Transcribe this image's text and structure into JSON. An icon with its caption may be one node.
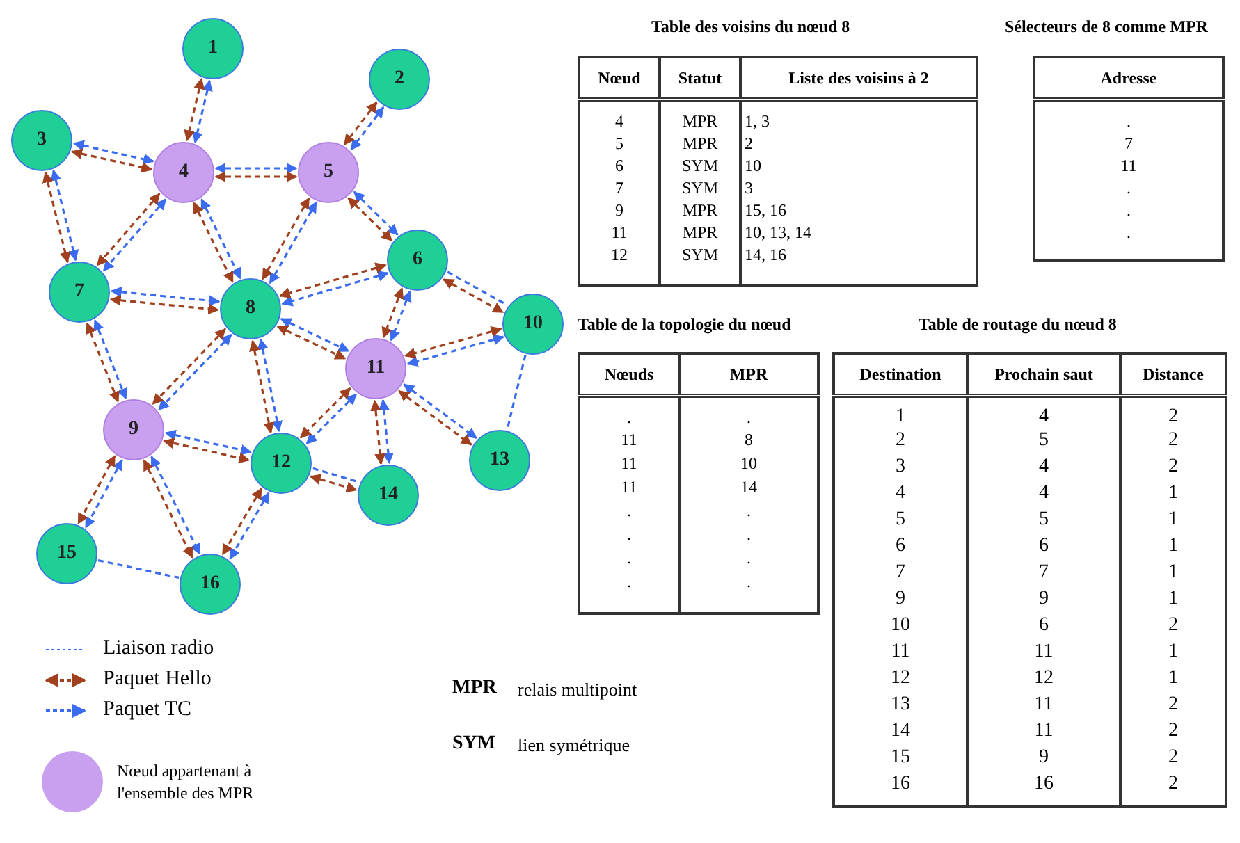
{
  "diagram": {
    "nodes": [
      {
        "text": [
          "1"
        ]
      },
      {
        "text": [
          "2"
        ]
      },
      {
        "text": [
          "3"
        ]
      },
      {
        "text": [
          "4"
        ]
      },
      {
        "text": [
          "5"
        ]
      },
      {
        "text": [
          "6"
        ]
      },
      {
        "text": [
          "7"
        ]
      },
      {
        "text": [
          "8"
        ]
      },
      {
        "text": [
          "9"
        ]
      },
      {
        "text": [
          "10"
        ]
      },
      {
        "text": [
          "11"
        ]
      },
      {
        "text": [
          "12"
        ]
      },
      {
        "text": [
          "13"
        ]
      },
      {
        "text": [
          "14"
        ]
      },
      {
        "text": [
          "15"
        ]
      },
      {
        "text": [
          "16"
        ]
      }
    ],
    "edges": [
      {
        "from": 0,
        "to": 3,
        "arrow": "both",
        "style": "dashed"
      },
      {
        "from": 0,
        "to": 3,
        "arrow": "both",
        "style": "dashed",
        "color": "#a0401e"
      },
      {
        "from": 1,
        "to": 4,
        "arrow": "both",
        "style": "dashed"
      },
      {
        "from": 1,
        "to": 4,
        "arrow": "both",
        "style": "dashed",
        "color": "#a0401e"
      },
      {
        "from": 2,
        "to": 3,
        "arrow": "both",
        "style": "dashed"
      },
      {
        "from": 2,
        "to": 3,
        "arrow": "both",
        "style": "dashed",
        "color": "#a0401e"
      },
      {
        "from": 2,
        "to": 6,
        "arrow": "both",
        "style": "dashed"
      },
      {
        "from": 2,
        "to": 6,
        "arrow": "both",
        "style": "dashed",
        "color": "#a0401e"
      },
      {
        "from": 3,
        "to": 4,
        "arrow": "both",
        "style": "dashed"
      },
      {
        "from": 3,
        "to": 4,
        "arrow": "both",
        "style": "dashed",
        "color": "#a0401e"
      },
      {
        "from": 3,
        "to": 6,
        "arrow": "both",
        "style": "dashed"
      },
      {
        "from": 3,
        "to": 6,
        "arrow": "both",
        "style": "dashed",
        "color": "#a0401e"
      },
      {
        "from": 3,
        "to": 7,
        "arrow": "both",
        "style": "dashed"
      },
      {
        "from": 3,
        "to": 7,
        "arrow": "both",
        "style": "dashed",
        "color": "#a0401e"
      },
      {
        "from": 4,
        "to": 7,
        "arrow": "both",
        "style": "dashed"
      },
      {
        "from": 4,
        "to": 7,
        "arrow": "both",
        "style": "dashed",
        "color": "#a0401e"
      },
      {
        "from": 4,
        "to": 5,
        "arrow": "both",
        "style": "dashed"
      },
      {
        "from": 4,
        "to": 5,
        "arrow": "both",
        "style": "dashed",
        "color": "#a0401e"
      },
      {
        "from": 5,
        "to": 7,
        "arrow": "both",
        "style": "dashed"
      },
      {
        "from": 5,
        "to": 7,
        "arrow": "both",
        "style": "dashed",
        "color": "#a0401e"
      },
      {
        "from": 5,
        "to": 10,
        "arrow": "both",
        "style": "dashed"
      },
      {
        "from": 5,
        "to": 10,
        "arrow": "both",
        "style": "dashed",
        "color": "#a0401e"
      },
      {
        "from": 5,
        "to": 9,
        "arrow": "none",
        "style": "dashed"
      },
      {
        "from": 5,
        "to": 9,
        "arrow": "both",
        "style": "dashed",
        "color": "#a0401e"
      },
      {
        "from": 6,
        "to": 7,
        "arrow": "both",
        "style": "dashed"
      },
      {
        "from": 6,
        "to": 7,
        "arrow": "both",
        "style": "dashed",
        "color": "#a0401e"
      },
      {
        "from": 6,
        "to": 8,
        "arrow": "both",
        "style": "dashed"
      },
      {
        "from": 6,
        "to": 8,
        "arrow": "both",
        "style": "dashed",
        "color": "#a0401e"
      },
      {
        "from": 7,
        "to": 8,
        "arrow": "both",
        "style": "dashed"
      },
      {
        "from": 7,
        "to": 8,
        "arrow": "both",
        "style": "dashed",
        "color": "#a0401e"
      },
      {
        "from": 7,
        "to": 10,
        "arrow": "both",
        "style": "dashed"
      },
      {
        "from": 7,
        "to": 10,
        "arrow": "both",
        "style": "dashed",
        "color": "#a0401e"
      },
      {
        "from": 7,
        "to": 11,
        "arrow": "both",
        "style": "dashed"
      },
      {
        "from": 7,
        "to": 11,
        "arrow": "both",
        "style": "dashed",
        "color": "#a0401e"
      },
      {
        "from": 9,
        "to": 10,
        "arrow": "both",
        "style": "dashed"
      },
      {
        "from": 9,
        "to": 10,
        "arrow": "both",
        "style": "dashed",
        "color": "#a0401e"
      },
      {
        "from": 9,
        "to": 12,
        "arrow": "none",
        "style": "dashed"
      },
      {
        "from": 10,
        "to": 11,
        "arrow": "both",
        "style": "dashed"
      },
      {
        "from": 10,
        "to": 11,
        "arrow": "both",
        "style": "dashed",
        "color": "#a0401e"
      },
      {
        "from": 10,
        "to": 13,
        "arrow": "both",
        "style": "dashed"
      },
      {
        "from": 10,
        "to": 13,
        "arrow": "both",
        "style": "dashed",
        "color": "#a0401e"
      },
      {
        "from": 10,
        "to": 12,
        "arrow": "both",
        "style": "dashed"
      },
      {
        "from": 10,
        "to": 12,
        "arrow": "both",
        "style": "dashed",
        "color": "#a0401e"
      },
      {
        "from": 8,
        "to": 11,
        "arrow": "both",
        "style": "dashed"
      },
      {
        "from": 8,
        "to": 11,
        "arrow": "both",
        "style": "dashed",
        "color": "#a0401e"
      },
      {
        "from": 8,
        "to": 14,
        "arrow": "both",
        "style": "dashed"
      },
      {
        "from": 8,
        "to": 14,
        "arrow": "both",
        "style": "dashed",
        "color": "#a0401e"
      },
      {
        "from": 8,
        "to": 15,
        "arrow": "both",
        "style": "dashed"
      },
      {
        "from": 8,
        "to": 15,
        "arrow": "both",
        "style": "dashed",
        "color": "#a0401e"
      },
      {
        "from": 11,
        "to": 13,
        "arrow": "none",
        "style": "dashed"
      },
      {
        "from": 11,
        "to": 13,
        "arrow": "both",
        "style": "dashed",
        "color": "#a0401e"
      },
      {
        "from": 11,
        "to": 15,
        "arrow": "both",
        "style": "dashed"
      },
      {
        "from": 11,
        "to": 15,
        "arrow": "both",
        "style": "dashed",
        "color": "#a0401e"
      },
      {
        "from": 14,
        "to": 15,
        "arrow": "none",
        "style": "dashed"
      }
    ],
    "labels": [
      "Table des voisins du nœud 8",
      "Sélecteurs de 8 comme MPR",
      "Nœud",
      "Statut",
      "Liste des voisins à 2",
      "4",
      "MPR",
      "1, 3",
      "5",
      "MPR",
      "2",
      "6",
      "SYM",
      "10",
      "7",
      "SYM",
      "3",
      "9",
      "MPR",
      "15, 16",
      "11",
      "MPR",
      "10, 13, 14",
      "12",
      "SYM",
      "14, 16",
      "Adresse",
      ".",
      "7",
      "11",
      ".",
      ".",
      ".",
      "Table de la topologie du nœud",
      "Table de routage du nœud 8",
      "Nœuds",
      "MPR",
      ".",
      ".",
      "11",
      "8",
      "11",
      "10",
      "11",
      "14",
      ".",
      ".",
      ".",
      ".",
      ".",
      ".",
      ".",
      ".",
      "Destination",
      "Prochain saut",
      "Distance",
      "1",
      "4",
      "2",
      "2",
      "5",
      "2",
      "3",
      "4",
      "2",
      "4",
      "4",
      "1",
      "5",
      "5",
      "1",
      "6",
      "6",
      "1",
      "7",
      "7",
      "1",
      "9",
      "9",
      "1",
      "10",
      "6",
      "2",
      "11",
      "11",
      "1",
      "12",
      "12",
      "1",
      "13",
      "11",
      "2",
      "14",
      "11",
      "2",
      "15",
      "9",
      "2",
      "16",
      "16",
      "2",
      "MPR",
      "relais multipoint",
      "SYM",
      "lien symétrique"
    ],
    "legend": [
      {
        "text": "Liaison radio"
      },
      {
        "text": "Paquet Hello"
      },
      {
        "text": "Paquet TC"
      },
      {
        "text": "Nœud appartenant à l'ensemble des MPR",
        "color": "#c9a0f0"
      }
    ]
  }
}
